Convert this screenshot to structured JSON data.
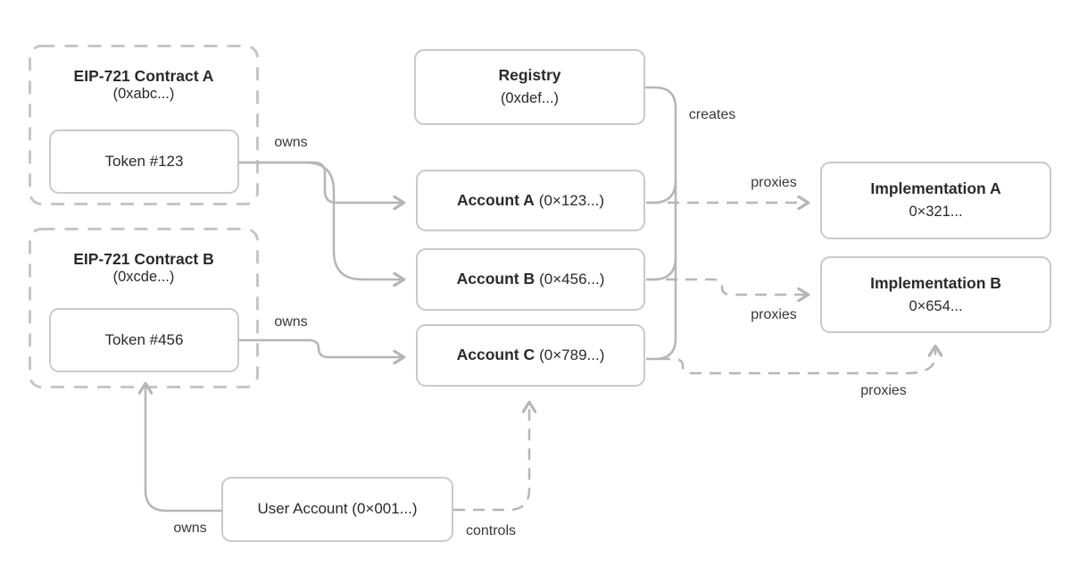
{
  "diagram": {
    "description": "EIP-721 token-bound accounts diagram (registry, accounts, implementations)",
    "colors": {
      "background": "#ffffff",
      "line": "#b6b6b6",
      "box_border": "#c9c9c9",
      "dashed_frame_border": "#c6c6c6",
      "text": "#2a2a2a"
    }
  },
  "nodes": {
    "contract_a": {
      "title": "EIP-721 Contract A",
      "subtitle": "(0xabc...)"
    },
    "token_123": {
      "label": "Token #123"
    },
    "contract_b": {
      "title": "EIP-721 Contract B",
      "subtitle": "(0xcde...)"
    },
    "token_456": {
      "label": "Token #456"
    },
    "registry": {
      "title": "Registry",
      "subtitle": "(0xdef...)"
    },
    "account_a": {
      "name": "Account A",
      "address": "(0×123...)"
    },
    "account_b": {
      "name": "Account B",
      "address": "(0×456...)"
    },
    "account_c": {
      "name": "Account C",
      "address": "(0×789...)"
    },
    "impl_a": {
      "title": "Implementation A",
      "subtitle": "0×321..."
    },
    "impl_b": {
      "title": "Implementation B",
      "subtitle": "0×654..."
    },
    "user_account": {
      "label": "User Account (0×001...)"
    }
  },
  "edge_labels": {
    "owns_token123": "owns",
    "owns_token456": "owns",
    "creates": "creates",
    "proxies_a": "proxies",
    "proxies_b": "proxies",
    "proxies_c": "proxies",
    "owns_user": "owns",
    "controls": "controls"
  }
}
